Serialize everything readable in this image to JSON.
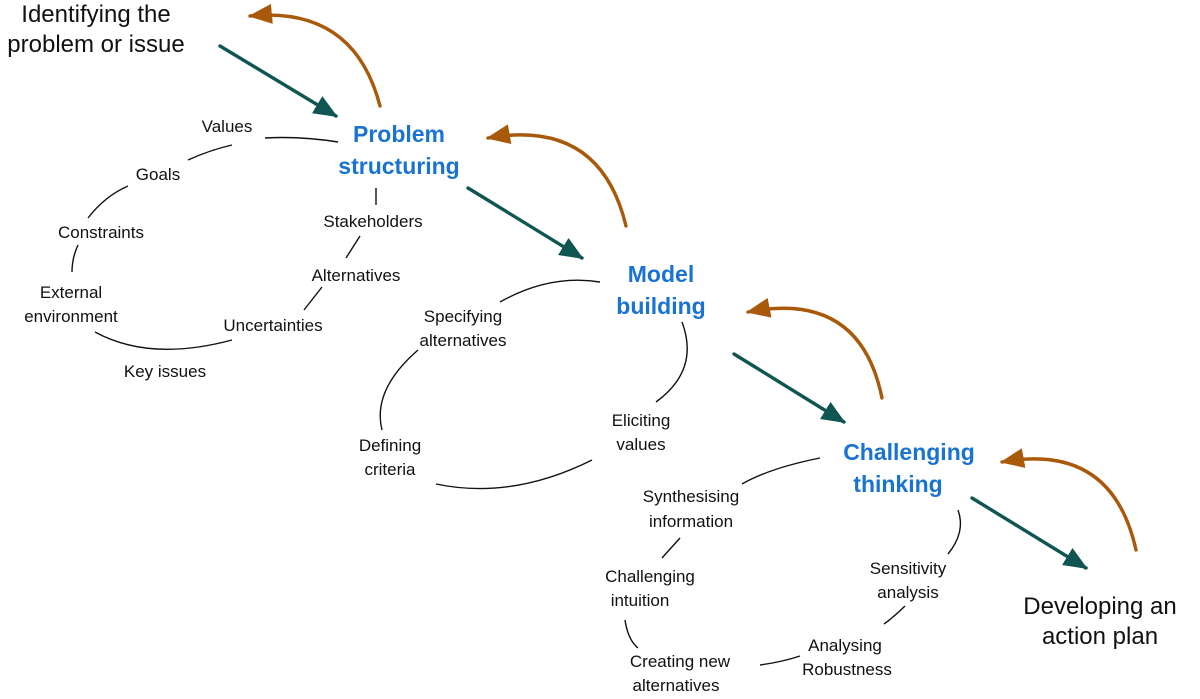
{
  "colors": {
    "stage_text": "#1a73d1",
    "forward_arrow": "#0f5652",
    "feedback_arrow": "#a85a0a",
    "connector_line": "#111111",
    "text": "#111111"
  },
  "start": {
    "line1": "Identifying the",
    "line2": "problem or issue"
  },
  "end": {
    "line1": "Developing an",
    "line2": "action plan"
  },
  "stages": {
    "problem_structuring": {
      "line1": "Problem",
      "line2": "structuring",
      "items": {
        "values": "Values",
        "goals": "Goals",
        "constraints": "Constraints",
        "external_l1": "External",
        "external_l2": "environment",
        "key_issues": "Key issues",
        "uncertainties": "Uncertainties",
        "alternatives": "Alternatives",
        "stakeholders": "Stakeholders"
      }
    },
    "model_building": {
      "line1": "Model",
      "line2": "building",
      "items": {
        "specifying_l1": "Specifying",
        "specifying_l2": "alternatives",
        "defining_l1": "Defining",
        "defining_l2": "criteria",
        "eliciting_l1": "Eliciting",
        "eliciting_l2": "values"
      }
    },
    "challenging_thinking": {
      "line1": "Challenging",
      "line2": "thinking",
      "items": {
        "synth_l1": "Synthesising",
        "synth_l2": "information",
        "chall_l1": "Challenging",
        "chall_l2": "intuition",
        "creating_l1": "Creating new",
        "creating_l2": "alternatives",
        "analysing_l1": "Analysing",
        "analysing_l2": "Robustness",
        "sensitivity_l1": "Sensitivity",
        "sensitivity_l2": "analysis"
      }
    }
  }
}
